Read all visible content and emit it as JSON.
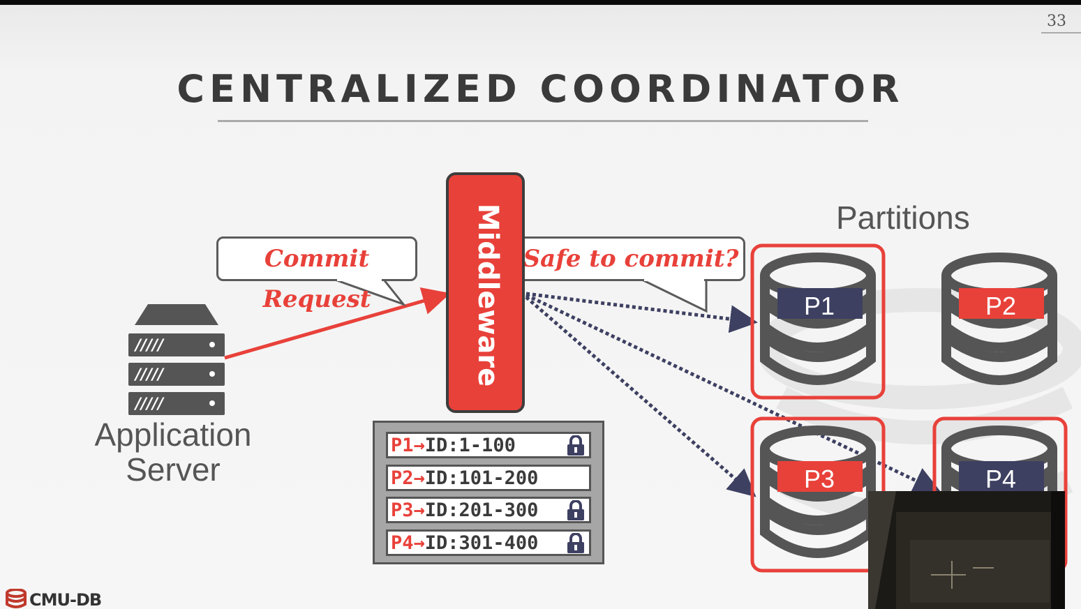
{
  "slide": {
    "page_number": "33",
    "title": "CENTRALIZED COORDINATOR"
  },
  "diagram": {
    "app_server": {
      "label_line1": "Application",
      "label_line2": "Server",
      "icon": "server-rack-icon"
    },
    "middleware": {
      "label": "Middleware"
    },
    "callouts": {
      "commit_request": "Commit Request",
      "safe_to_commit": "Safe to commit?"
    },
    "partitions": {
      "heading": "Partitions",
      "items": [
        {
          "label": "P1",
          "highlighted": true
        },
        {
          "label": "P2",
          "highlighted": false
        },
        {
          "label": "P3",
          "highlighted": true
        },
        {
          "label": "P4",
          "highlighted": true
        }
      ]
    },
    "lock_table": {
      "rows": [
        {
          "partition": "P1",
          "arrow": "→",
          "range": "ID:1-100",
          "locked": true
        },
        {
          "partition": "P2",
          "arrow": "→",
          "range": "ID:101-200",
          "locked": false
        },
        {
          "partition": "P3",
          "arrow": "→",
          "range": "ID:201-300",
          "locked": true
        },
        {
          "partition": "P4",
          "arrow": "→",
          "range": "ID:301-400",
          "locked": true
        }
      ]
    }
  },
  "footer": {
    "logo_text": "CMU-DB"
  },
  "colors": {
    "accent_red": "#e8413a",
    "navy": "#3d4061",
    "dark_gray": "#3d3d3d",
    "text_gray": "#555555"
  }
}
